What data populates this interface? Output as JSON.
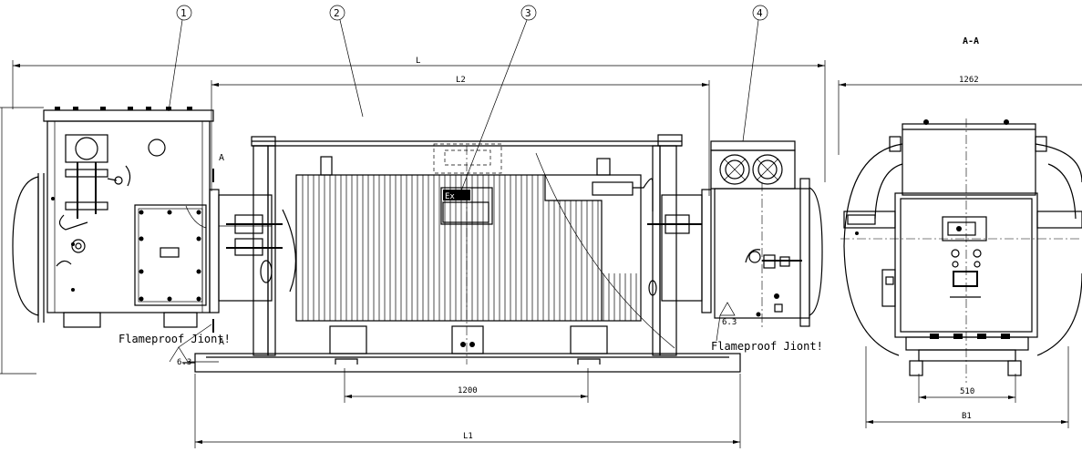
{
  "section_title": "A-A",
  "balloons": [
    "1",
    "2",
    "3",
    "4"
  ],
  "dimensions": {
    "L": "L",
    "L2": "L2",
    "L1": "L1",
    "B1": "B1",
    "d1262": "1262",
    "d1200": "1200",
    "d510": "510"
  },
  "section_marks": [
    "A",
    "A"
  ],
  "notes": {
    "flameproof_left": "Flameproof Jiont!",
    "flameproof_right": "Flameproof Jiont!"
  },
  "roughness": [
    "6.3",
    "6.3"
  ]
}
